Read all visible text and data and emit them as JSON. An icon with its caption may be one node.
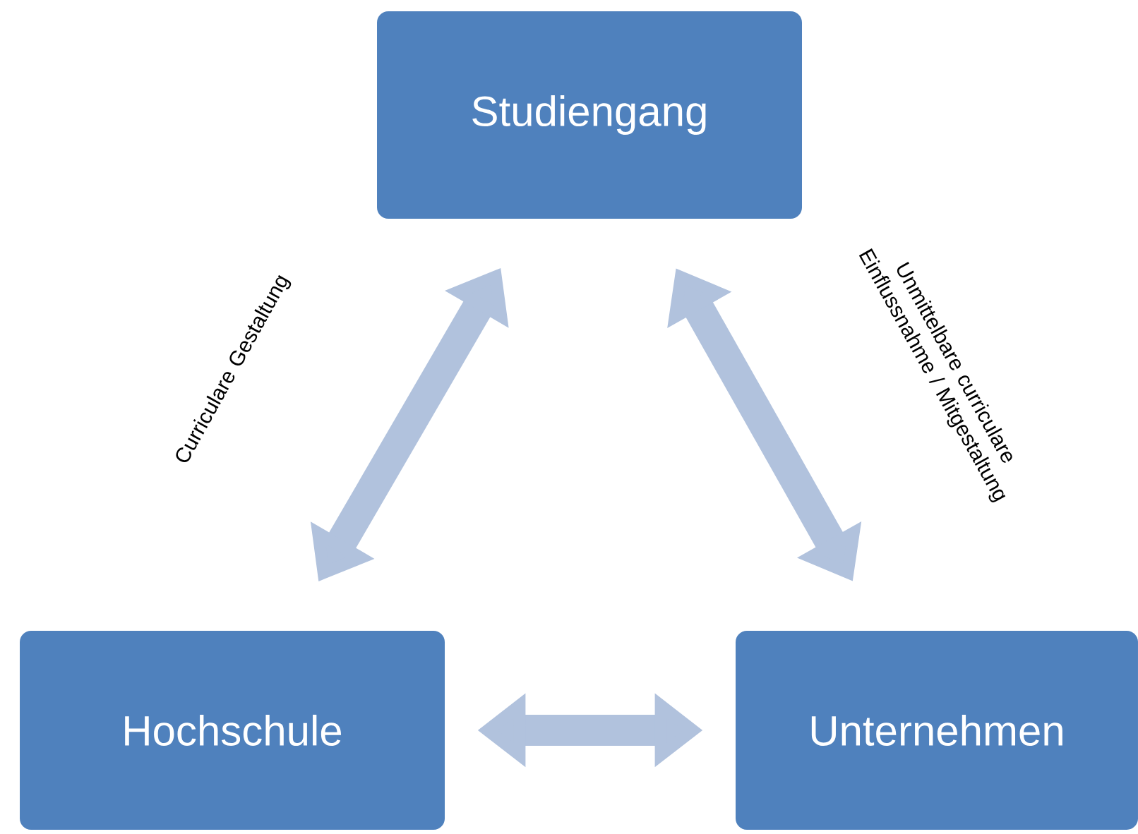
{
  "diagram": {
    "nodes": [
      {
        "text": [
          "Studiengang"
        ]
      },
      {
        "text": [
          "Hochschule"
        ]
      },
      {
        "text": [
          "Unternehmen"
        ]
      }
    ],
    "edges": [
      {
        "from": 0,
        "to": 1,
        "arrow": "both",
        "label": "Curriculare Gestaltung"
      },
      {
        "from": 0,
        "to": 2,
        "arrow": "both",
        "label": "Unmittelbare curriculare Einflussnahme / Mitgestaltung"
      },
      {
        "from": 1,
        "to": 2,
        "arrow": "both"
      }
    ]
  }
}
